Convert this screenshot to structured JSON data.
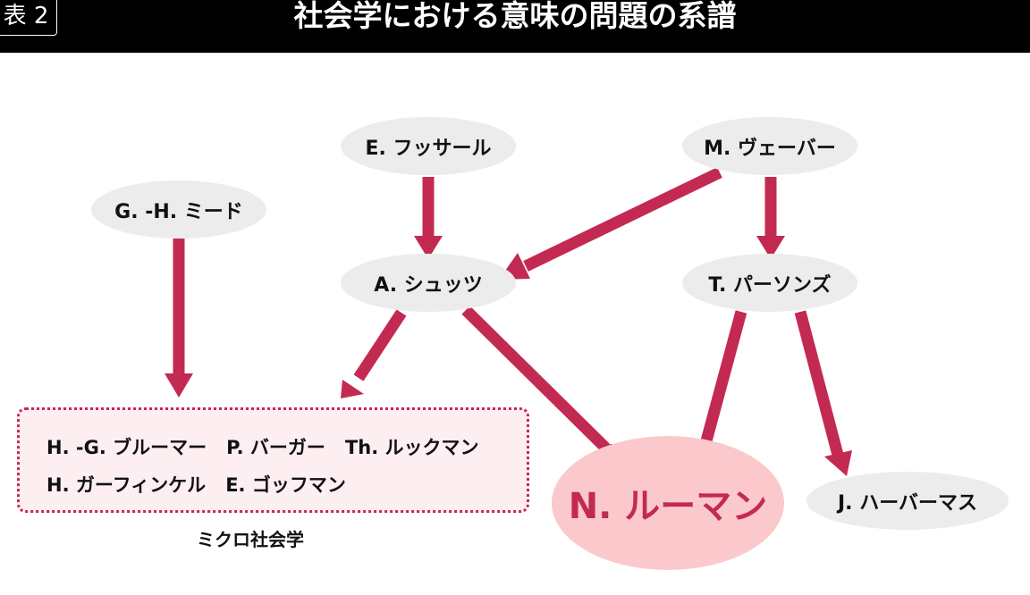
{
  "header": {
    "tag": "表 2",
    "title": "社会学における意味の問題の系譜"
  },
  "nodes": {
    "husserl": "E. フッサール",
    "weber": "M. ヴェーバー",
    "mead": "G. -H. ミード",
    "schutz": "A. シュッツ",
    "parsons": "T. パーソンズ",
    "luhmann": "N. ルーマン",
    "habermas": "J. ハーバーマス"
  },
  "micro_sociology": {
    "row1": [
      "H. -G. ブルーマー",
      "P. バーガー",
      "Th. ルックマン"
    ],
    "row2": [
      "H. ガーフィンケル",
      "E. ゴッフマン"
    ],
    "label": "ミクロ社会学"
  },
  "colors": {
    "arrow": "#c32a52",
    "node_bg": "#ececec",
    "main_bg": "#fbc9cb",
    "box_bg": "#fdeef1"
  }
}
